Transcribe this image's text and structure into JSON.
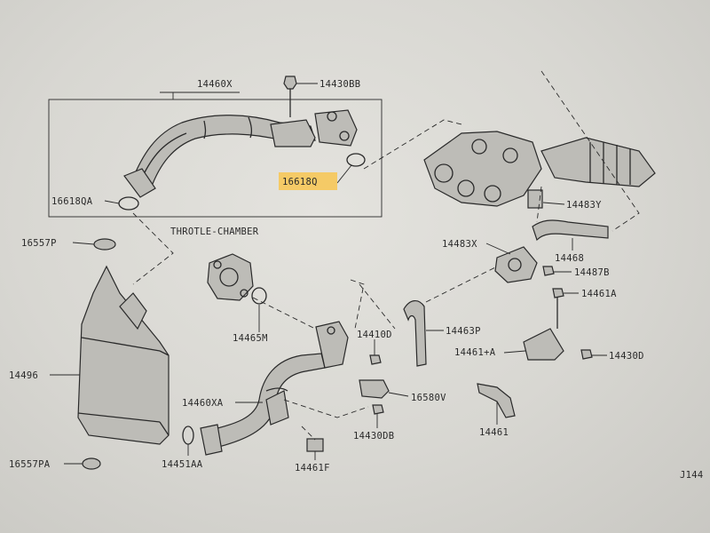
{
  "labels": {
    "l_14460x": "14460X",
    "l_14430bb": "14430BB",
    "l_16618q": "16618Q",
    "l_16618qa": "16618QA",
    "l_16557p": "16557P",
    "l_throttle": "THROTLE-CHAMBER",
    "l_14465m": "14465M",
    "l_14496": "14496",
    "l_14410d": "14410D",
    "l_14460xa": "14460XA",
    "l_14430db": "14430DB",
    "l_16557pa": "16557PA",
    "l_14451aa": "14451AA",
    "l_14461f": "14461F",
    "l_16580v": "16580V",
    "l_14463p": "14463P",
    "l_14483x": "14483X",
    "l_14468": "14468",
    "l_14487b": "14487B",
    "l_14461a": "14461A",
    "l_14461pa": "14461+A",
    "l_14430d": "14430D",
    "l_14461": "14461",
    "l_14483y": "14483Y",
    "l_j144": "J144"
  },
  "highlight": {
    "color": "#f6c85f",
    "target": "16618Q"
  }
}
